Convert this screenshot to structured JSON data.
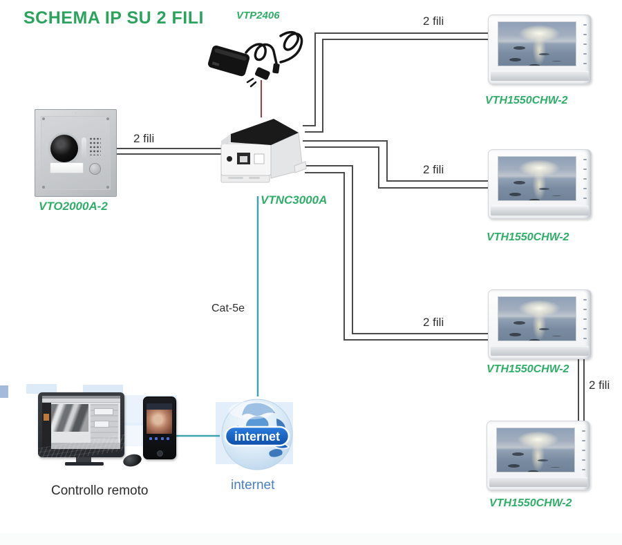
{
  "title": "SCHEMA IP SU 2 FILI",
  "colors": {
    "title_green": "#2aa35d",
    "label_green": "#2fae67",
    "wire_dark": "#4a4a4a",
    "power_red": "#a8393c",
    "network_teal": "#3ba4ae",
    "internet_blue": "#4a7ec0",
    "text_dark": "#2d2d2d"
  },
  "devices": {
    "power_adapter": {
      "label": "VTP2406"
    },
    "door_station": {
      "label": "VTO2000A-2"
    },
    "controller": {
      "label": "VTNC3000A"
    },
    "monitors": [
      {
        "label": "VTH1550CHW-2"
      },
      {
        "label": "VTH1550CHW-2"
      },
      {
        "label": "VTH1550CHW-2"
      },
      {
        "label": "VTH1550CHW-2"
      }
    ],
    "remote_station": {
      "label": "Controllo remoto"
    },
    "internet": {
      "badge": "internet",
      "caption": "internet"
    }
  },
  "connections": {
    "two_wire_label": "2 fili",
    "cat5e_label": "Cat-5e",
    "links": [
      {
        "from": "VTO2000A-2",
        "to": "VTNC3000A",
        "label": "2 fili",
        "type": "2-wire"
      },
      {
        "from": "VTNC3000A",
        "to": "VTH1550CHW-2 #1",
        "label": "2 fili",
        "type": "2-wire"
      },
      {
        "from": "VTNC3000A",
        "to": "VTH1550CHW-2 #2",
        "label": "2 fili",
        "type": "2-wire"
      },
      {
        "from": "VTNC3000A",
        "to": "VTH1550CHW-2 #3",
        "label": "2 fili",
        "type": "2-wire"
      },
      {
        "from": "VTH1550CHW-2 #3",
        "to": "VTH1550CHW-2 #4",
        "label": "2 fili",
        "type": "2-wire"
      },
      {
        "from": "VTP2406",
        "to": "VTNC3000A",
        "label": "",
        "type": "power"
      },
      {
        "from": "VTNC3000A",
        "to": "internet",
        "label": "Cat-5e",
        "type": "cat5e"
      },
      {
        "from": "Controllo remoto",
        "to": "internet",
        "label": "",
        "type": "network"
      }
    ]
  }
}
